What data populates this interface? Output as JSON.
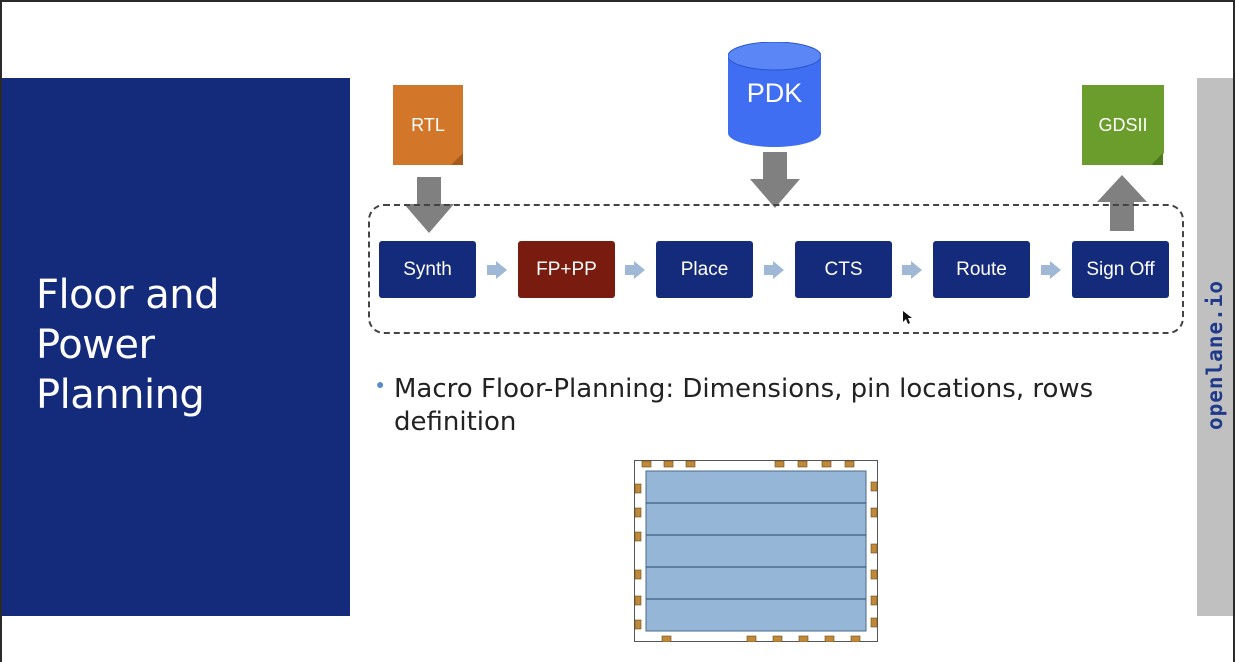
{
  "slide": {
    "title_lines": [
      "Floor and",
      "Power",
      "Planning"
    ],
    "brand": "openlane.io",
    "bullet": "Macro Floor-Planning: Dimensions, pin locations, rows definition"
  },
  "flow": {
    "inputs": {
      "rtl": "RTL",
      "pdk": "PDK",
      "output": "GDSII"
    },
    "steps": [
      {
        "label": "Synth",
        "color": "#142a7a"
      },
      {
        "label": "FP+PP",
        "color": "#7a1b10"
      },
      {
        "label": "Place",
        "color": "#142a7a"
      },
      {
        "label": "CTS",
        "color": "#142a7a"
      },
      {
        "label": "Route",
        "color": "#142a7a"
      },
      {
        "label": "Sign Off",
        "color": "#142a7a"
      }
    ]
  },
  "colors": {
    "panel": "#142a7a",
    "rtl": "#d2772a",
    "pdk": "#3f6ef2",
    "gdsii": "#6a9d2b",
    "arrow": "#808080",
    "chevron": "#9fb8d6",
    "core": "#95b6d6",
    "pin": "#c0893a"
  }
}
